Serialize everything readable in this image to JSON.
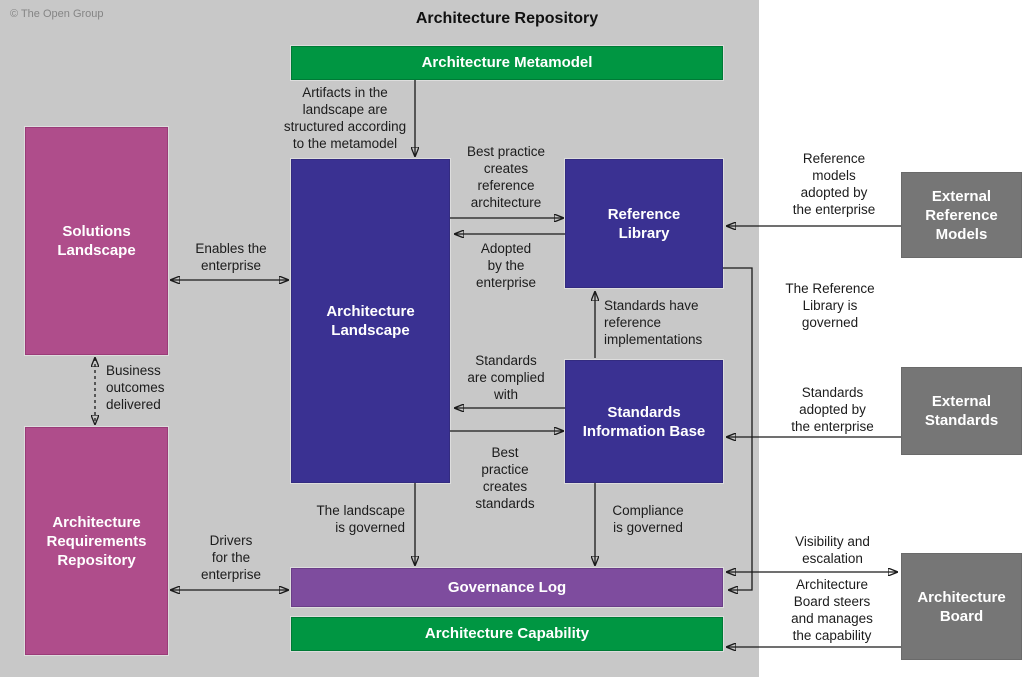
{
  "header": {
    "copyright": "© The Open Group",
    "title": "Architecture Repository"
  },
  "colors": {
    "panel_background": "#c8c8c8",
    "green": "#009642",
    "indigo": "#3a3192",
    "pink": "#af4d8b",
    "purple": "#7e4c9e",
    "external_gray": "#767676",
    "line": "#1a1a1a"
  },
  "boxes": {
    "architecture_metamodel": {
      "label": "Architecture Metamodel"
    },
    "architecture_landscape": {
      "label": "Architecture\nLandscape"
    },
    "reference_library": {
      "label": "Reference\nLibrary"
    },
    "standards_information_base": {
      "label": "Standards\nInformation Base"
    },
    "solutions_landscape": {
      "label": "Solutions\nLandscape"
    },
    "architecture_requirements_repository": {
      "label": "Architecture\nRequirements\nRepository"
    },
    "governance_log": {
      "label": "Governance Log"
    },
    "architecture_capability": {
      "label": "Architecture Capability"
    },
    "external_reference_models": {
      "label": "External\nReference\nModels"
    },
    "external_standards": {
      "label": "External\nStandards"
    },
    "architecture_board": {
      "label": "Architecture\nBoard"
    }
  },
  "annotations": {
    "artifacts_structured": "Artifacts in the\nlandscape are\nstructured according\nto the metamodel",
    "best_practice_reference": "Best practice\ncreates\nreference\narchitecture",
    "adopted_by_enterprise": "Adopted\nby the\nenterprise",
    "reference_models_adopted": "Reference\nmodels\nadopted by\nthe enterprise",
    "reference_library_governed": "The Reference\nLibrary is\ngoverned",
    "enables_the_enterprise": "Enables the\nenterprise",
    "business_outcomes_delivered": "Business\noutcomes\ndelivered",
    "standards_have_reference": "Standards have\nreference\nimplementations",
    "standards_complied_with": "Standards\nare complied\nwith",
    "best_practice_standards": "Best\npractice\ncreates\nstandards",
    "standards_adopted": "Standards\nadopted by\nthe enterprise",
    "drivers_for_enterprise": "Drivers\nfor the\nenterprise",
    "landscape_governed": "The landscape\nis governed",
    "compliance_governed": "Compliance\nis governed",
    "visibility_escalation": "Visibility and\nescalation",
    "board_steers": "Architecture\nBoard steers\nand manages\nthe capability"
  }
}
